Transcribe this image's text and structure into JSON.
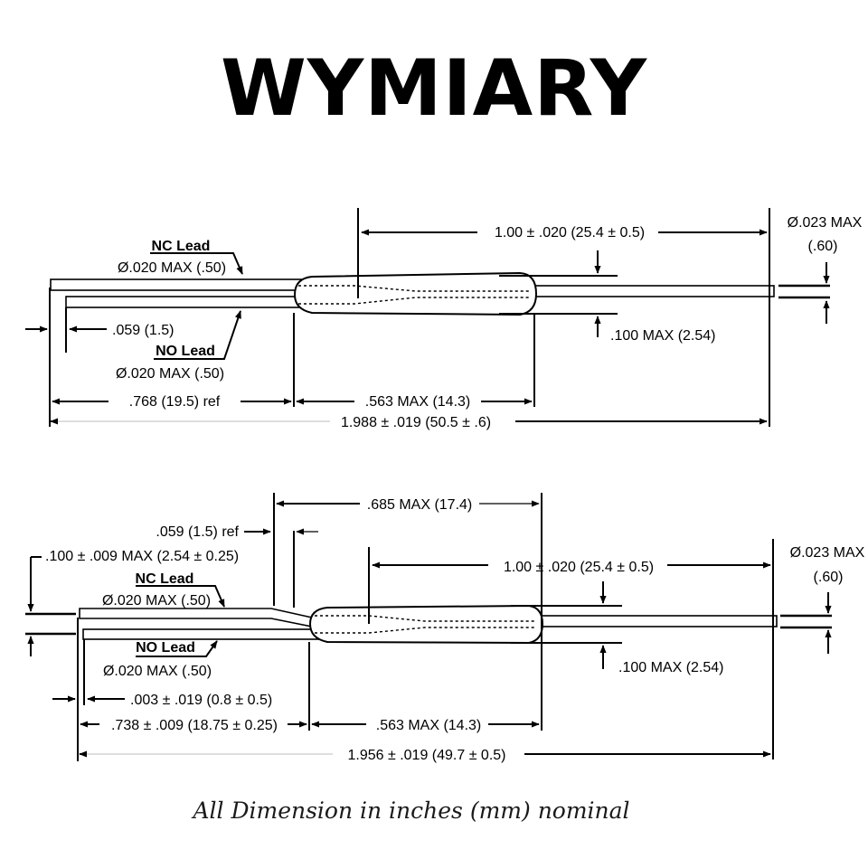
{
  "title": "WYMIARY",
  "footnote": "All Dimension in inches (mm) nominal",
  "top_diagram": {
    "dim_pitch_label": "1.00 ± .020 (25.4 ± 0.5)",
    "dim_lead_dia_label": "Ø.023 MAX",
    "dim_lead_dia_mm": "(.60)",
    "nc_lead_title": "NC Lead",
    "nc_lead_dia": "Ø.020 MAX (.50)",
    "no_lead_title": "NO Lead",
    "no_lead_dia": "Ø.020 MAX (.50)",
    "offset_label": ".059 (1.5)",
    "body_height_label": ".100 MAX (2.54)",
    "lead_length_label": ".768 (19.5) ref",
    "body_length_label": ".563 MAX (14.3)",
    "overall_length_label": "1.988 ± .019 (50.5 ± .6)"
  },
  "bottom_diagram": {
    "bend_length_label": ".685 MAX (17.4)",
    "bend_offset_label": ".059 (1.5) ref",
    "lead_spacing_label": ".100 ± .009 MAX (2.54 ± 0.25)",
    "nc_lead_title": "NC Lead",
    "nc_lead_dia": "Ø.020 MAX (.50)",
    "dim_pitch_label": "1.00 ± .020 (25.4 ± 0.5)",
    "dim_lead_dia_label": "Ø.023 MAX",
    "dim_lead_dia_mm": "(.60)",
    "no_lead_title": "NO Lead",
    "no_lead_dia": "Ø.020 MAX (.50)",
    "body_height_label": ".100 MAX (2.54)",
    "offset_label": ".003 ± .019 (0.8 ± 0.5)",
    "lead_length_label": ".738 ± .009 (18.75 ± 0.25)",
    "body_length_label": ".563 MAX (14.3)",
    "overall_length_label": "1.956 ± .019 (49.7 ± 0.5)"
  }
}
